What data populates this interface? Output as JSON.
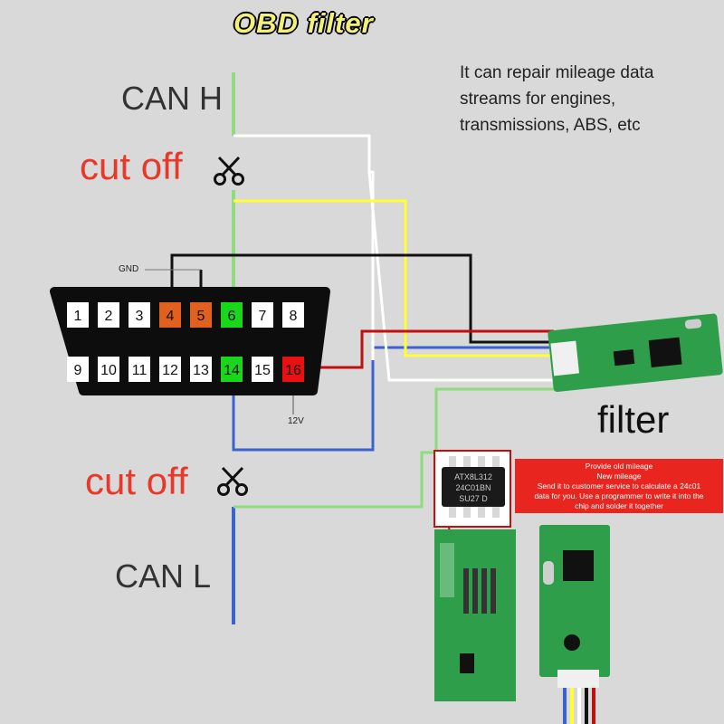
{
  "title": "OBD filter",
  "labels": {
    "can_h": "CAN H",
    "can_l": "CAN  L",
    "cut_off_top": "cut off",
    "cut_off_bottom": "cut off",
    "gnd": "GND",
    "v12": "12V",
    "filter": "filter"
  },
  "description": "It can repair mileage data streams for engines, transmissions, ABS, etc",
  "note": [
    "Provide old mileage",
    "New mileage",
    "Send it to customer service to calculate a 24c01",
    "data for you. Use a programmer to write it into the",
    "chip and solder it together"
  ],
  "connector": {
    "top_pins": [
      "1",
      "2",
      "3",
      "4",
      "5",
      "6",
      "7",
      "8"
    ],
    "bottom_pins": [
      "9",
      "10",
      "11",
      "12",
      "13",
      "14",
      "15",
      "16"
    ]
  },
  "chip": {
    "lines": [
      "ATX8L312",
      "24C01BN",
      "SU27 D"
    ]
  },
  "colors": {
    "can_h_wire": "#8fdc7e",
    "can_l_wire": "#3a63d1",
    "gnd_wire": "#111111",
    "power_wire": "#c01010",
    "white_wire": "#ffffff",
    "yellow_wire": "#ffff33",
    "pin_orange": "#e06020",
    "pin_green": "#1bd71b",
    "pin_red": "#e81010",
    "accent_red": "#e8382a",
    "pcb_green": "#2f9e4a"
  }
}
